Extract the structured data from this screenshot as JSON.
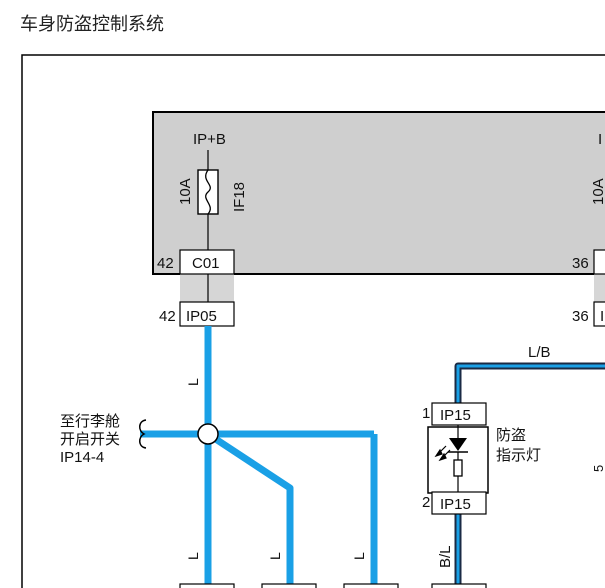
{
  "title": "车身防盗控制系统",
  "fuse_box": {
    "power_left": "IP+B",
    "power_right": "I",
    "fuse_rating_left": "10A",
    "fuse_id_left": "IF18",
    "fuse_rating_right": "10A",
    "connector_left": "C01",
    "pin_left": "42",
    "pin_right": "36"
  },
  "ip05": {
    "pin": "42",
    "connector": "IP05"
  },
  "right_connector": {
    "pin": "36",
    "connector": "I"
  },
  "wires": {
    "left_main": "L",
    "branch_1": "L",
    "branch_2": "L",
    "branch_3": "L",
    "top_right": "L/B",
    "bottom_lamp": "B/L"
  },
  "splice_annotation": {
    "line1": "至行李舱",
    "line2": "开启开关",
    "connector": "IP14-4"
  },
  "indicator": {
    "top_pin": "1",
    "top_connector": "IP15",
    "bottom_pin": "2",
    "bottom_connector": "IP15",
    "label_line1": "防盗",
    "label_line2": "指示灯"
  },
  "edge_mark": "5",
  "colors": {
    "wire_blue": "#1aa0e6",
    "wire_dark": "#1a2a44",
    "box_fill": "#cfcfcf",
    "connector_bg": "#ffffff",
    "line": "#000000"
  }
}
